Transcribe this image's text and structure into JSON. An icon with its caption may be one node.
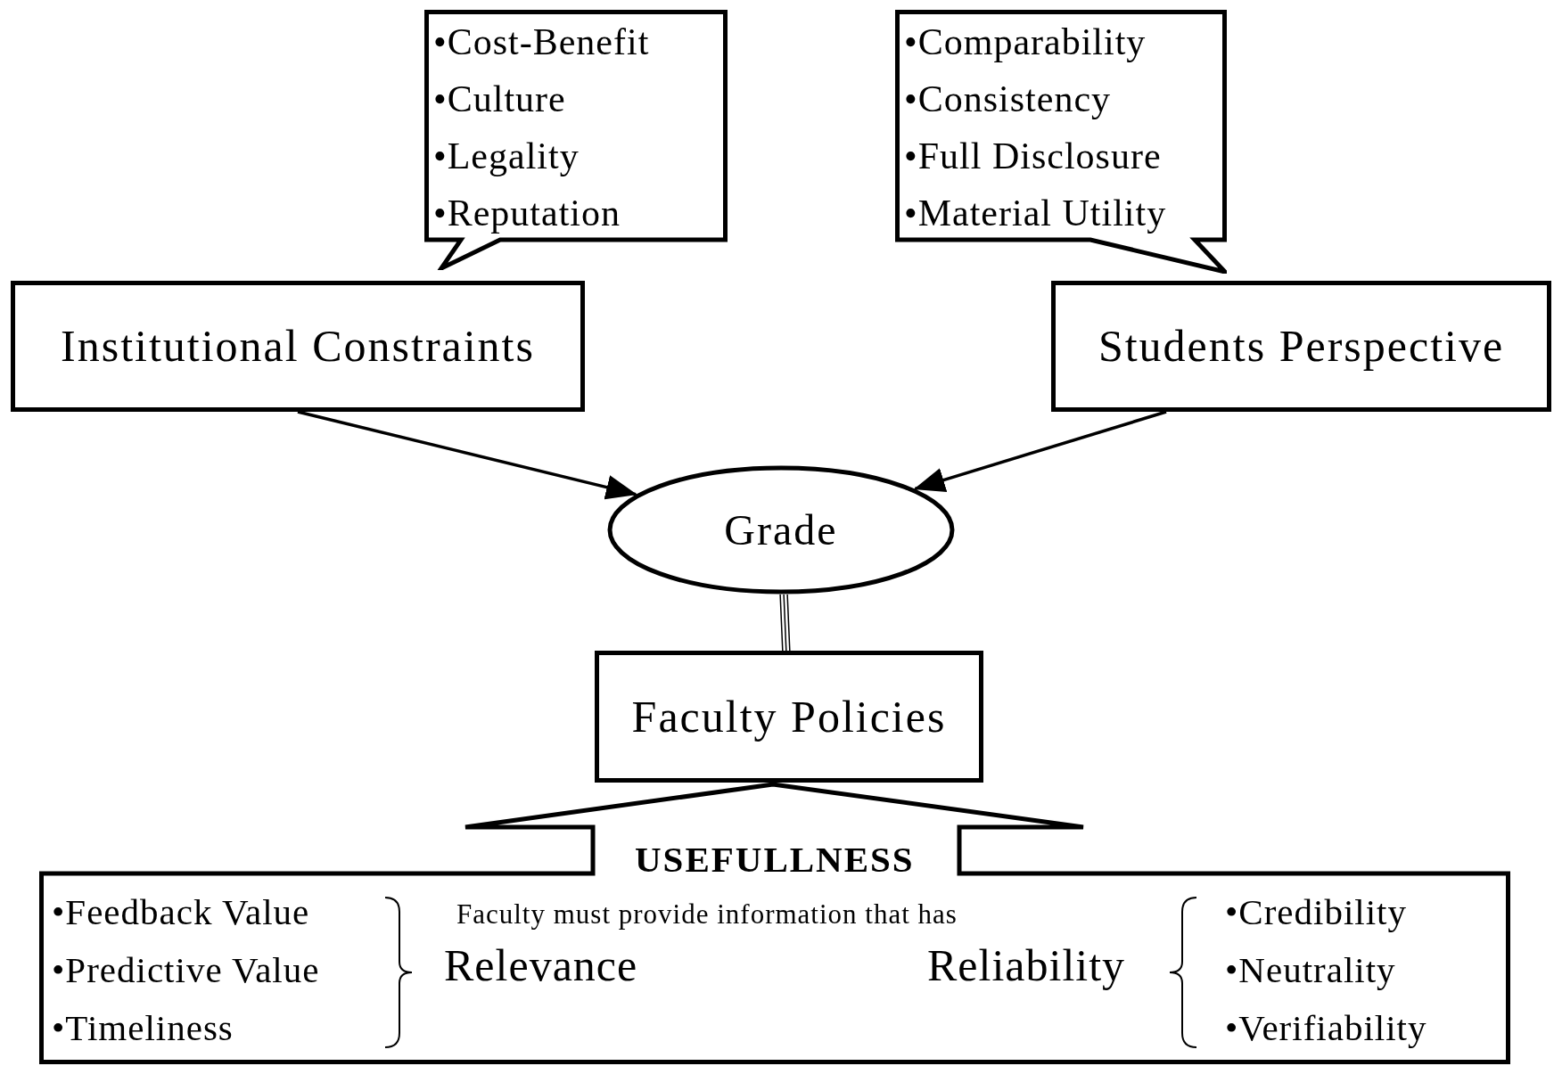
{
  "diagram": {
    "nodes": [
      {
        "text": [
          "•Cost-Benefit",
          "•Culture",
          "•Legality",
          "•Reputation"
        ]
      },
      {
        "text": [
          "Institutional Constraints"
        ]
      },
      {
        "text": [
          "•Comparability",
          "•Consistency",
          "•Full Disclosure",
          "•Material Utility"
        ]
      },
      {
        "text": [
          "Students Perspective"
        ]
      },
      {
        "text": [
          "Grade"
        ]
      },
      {
        "text": [
          "Faculty Policies"
        ]
      },
      {
        "text": [
          "USEFULLNESS",
          "•Feedback Value",
          "•Predictive Value",
          "•Timeliness",
          "Faculty must provide information that has",
          "Relevance",
          "Reliability",
          "•Credibility",
          "•Neutrality",
          "•Verifiability"
        ]
      }
    ],
    "edges": [
      {
        "from": 1,
        "to": 4,
        "arrow": "to"
      },
      {
        "from": 3,
        "to": 4,
        "arrow": "to"
      },
      {
        "from": 4,
        "to": 5,
        "arrow": "none"
      }
    ]
  }
}
